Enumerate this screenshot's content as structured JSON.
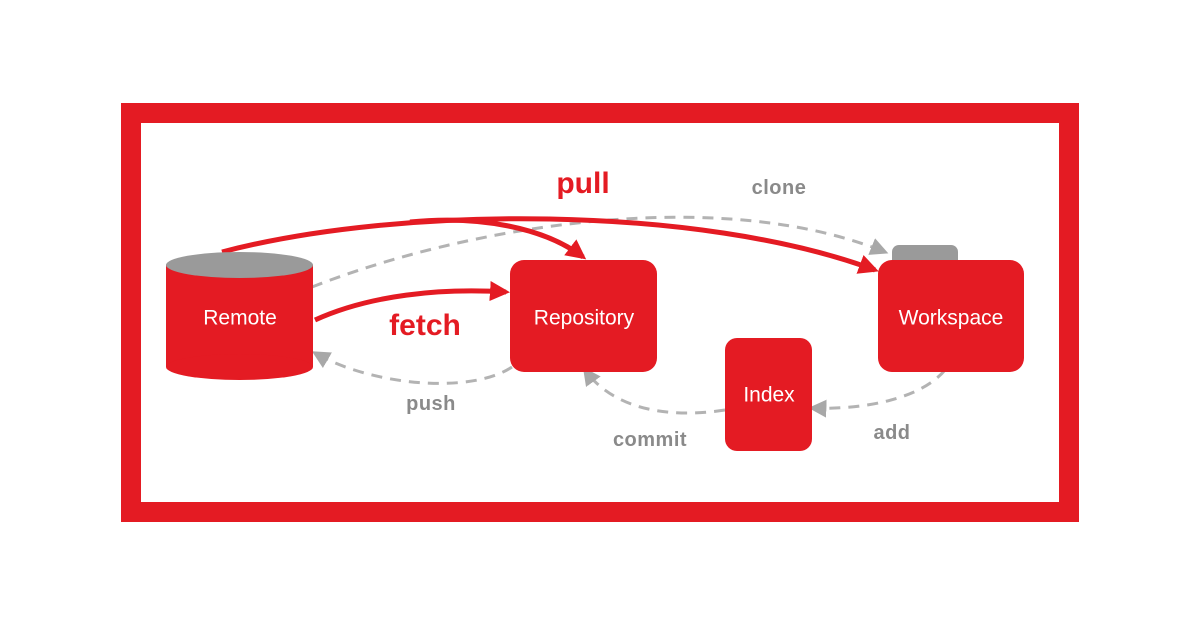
{
  "colors": {
    "primary": "#e41b23",
    "secondary": "#b3b3b3",
    "cylinder_top": "#9a9a9a",
    "secondary_text": "#8a8a8a"
  },
  "nodes": {
    "remote": "Remote",
    "repository": "Repository",
    "workspace": "Workspace",
    "index": "Index"
  },
  "edges": {
    "pull": "pull",
    "fetch": "fetch",
    "clone": "clone",
    "push": "push",
    "commit": "commit",
    "add": "add"
  }
}
